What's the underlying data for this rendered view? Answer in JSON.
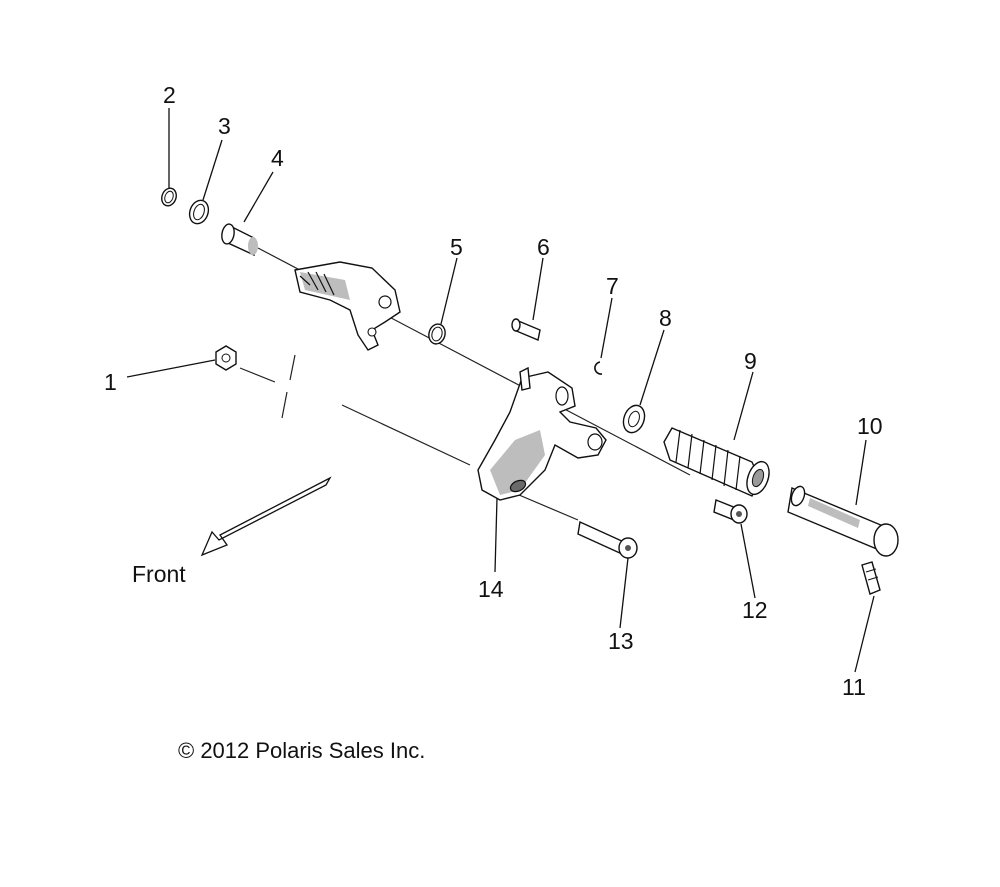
{
  "diagram": {
    "callouts": [
      "1",
      "2",
      "3",
      "4",
      "5",
      "6",
      "7",
      "8",
      "9",
      "10",
      "11",
      "12",
      "13",
      "14"
    ],
    "direction_label": "Front",
    "copyright": "© 2012 Polaris Sales Inc."
  }
}
